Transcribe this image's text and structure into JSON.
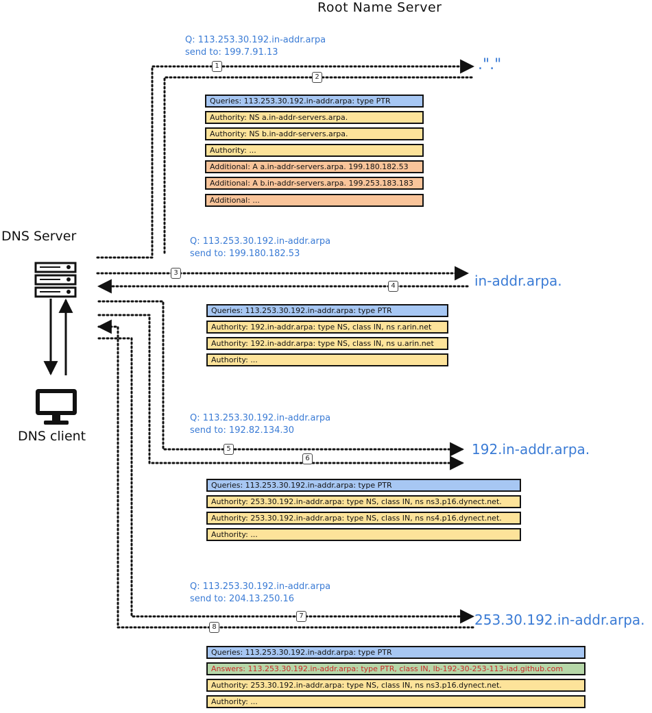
{
  "title": "Root Name Server",
  "dns_server_label": "DNS Server",
  "dns_client_label": "DNS client",
  "zones": [
    ".\".\"",
    "in-addr.arpa.",
    "192.in-addr.arpa.",
    "253.30.192.in-addr.arpa."
  ],
  "queries": [
    {
      "q": "Q: 113.253.30.192.in-addr.arpa",
      "send": "send to: 199.7.91.13"
    },
    {
      "q": "Q: 113.253.30.192.in-addr.arpa",
      "send": "send to: 199.180.182.53"
    },
    {
      "q": "Q: 113.253.30.192.in-addr.arpa",
      "send": "send to: 192.82.134.30"
    },
    {
      "q": "Q: 113.253.30.192.in-addr.arpa",
      "send": "send to: 204.13.250.16"
    }
  ],
  "steps": [
    "1",
    "2",
    "3",
    "4",
    "5",
    "6",
    "7",
    "8"
  ],
  "responses": [
    {
      "rows": [
        {
          "type": "query",
          "text": "Queries: 113.253.30.192.in-addr.arpa: type PTR"
        },
        {
          "type": "authority",
          "text": "Authority: NS a.in-addr-servers.arpa."
        },
        {
          "type": "authority",
          "text": "Authority: NS b.in-addr-servers.arpa."
        },
        {
          "type": "authority",
          "text": "Authority: ..."
        },
        {
          "type": "additional",
          "text": "Additional: A a.in-addr-servers.arpa. 199.180.182.53"
        },
        {
          "type": "additional",
          "text": "Additional: A b.in-addr-servers.arpa. 199.253.183.183"
        },
        {
          "type": "additional",
          "text": "Additional: ..."
        }
      ]
    },
    {
      "rows": [
        {
          "type": "query",
          "text": "Queries: 113.253.30.192.in-addr.arpa: type PTR"
        },
        {
          "type": "authority",
          "text": "Authority: 192.in-addr.arpa: type NS, class IN, ns r.arin.net"
        },
        {
          "type": "authority",
          "text": "Authority: 192.in-addr.arpa: type NS, class IN, ns u.arin.net"
        },
        {
          "type": "authority",
          "text": "Authority: ..."
        }
      ]
    },
    {
      "rows": [
        {
          "type": "query",
          "text": "Queries: 113.253.30.192.in-addr.arpa: type PTR"
        },
        {
          "type": "authority",
          "text": "Authority: 253.30.192.in-addr.arpa: type NS, class IN, ns ns3.p16.dynect.net."
        },
        {
          "type": "authority",
          "text": "Authority: 253.30.192.in-addr.arpa: type NS, class IN, ns ns4.p16.dynect.net."
        },
        {
          "type": "authority",
          "text": "Authority: ..."
        }
      ]
    },
    {
      "rows": [
        {
          "type": "query",
          "text": "Queries: 113.253.30.192.in-addr.arpa: type PTR"
        },
        {
          "type": "answer",
          "text": "Answers: 113.253.30.192.in-addr.arpa: type PTR, class IN, lb-192-30-253-113-iad.github.com"
        },
        {
          "type": "authority",
          "text": "Authority: 253.30.192.in-addr.arpa: type NS, class IN, ns ns3.p16.dynect.net."
        },
        {
          "type": "authority",
          "text": "Authority: ..."
        }
      ]
    }
  ],
  "icons": {
    "server": "server-rack-icon",
    "client": "monitor-icon"
  },
  "colors": {
    "accent": "#3a7bd5",
    "query": "#a7c7f3",
    "authority": "#fde39a",
    "additional": "#f9c49a",
    "answer": "#b6d7a8",
    "answer_text": "#cc2a2a"
  }
}
